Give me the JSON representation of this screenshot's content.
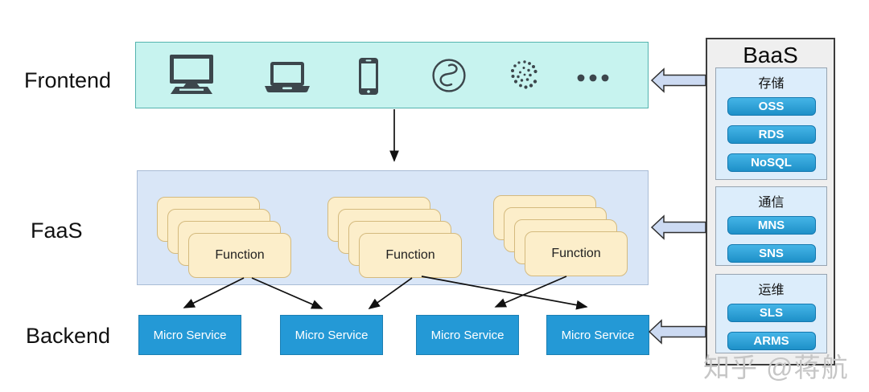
{
  "layers": [
    {
      "label": "Frontend"
    },
    {
      "label": "FaaS"
    },
    {
      "label": "Backend"
    }
  ],
  "frontend": {
    "icons": [
      "desktop-icon",
      "laptop-icon",
      "smartphone-icon",
      "s-curve-circle-icon",
      "iota-dots-icon",
      "ellipsis-icon"
    ]
  },
  "faas": {
    "function_label": "Function",
    "stack_count": 3,
    "cards_per_stack": 4
  },
  "backend": {
    "service_label": "Micro Service",
    "service_count": 4
  },
  "baas": {
    "title": "BaaS",
    "groups": [
      {
        "label": "存储",
        "items": [
          "OSS",
          "RDS",
          "NoSQL"
        ]
      },
      {
        "label": "通信",
        "items": [
          "MNS",
          "SNS"
        ]
      },
      {
        "label": "运维",
        "items": [
          "SLS",
          "ARMS"
        ]
      }
    ]
  },
  "watermark": {
    "text": "知乎 @蒋航"
  },
  "colors": {
    "frontend_band_fill": "#c7f3ef",
    "frontend_band_border": "#54b3ae",
    "faas_fill": "#d9e6f7",
    "faas_border": "#a9bcd6",
    "function_card_fill": "#fceeca",
    "function_card_border": "#d4ba7e",
    "micro_service_fill": "#2499d6",
    "baas_fill": "#efefef",
    "baas_section_fill": "#dcedfb",
    "service_button_fill": "#2aa0d8",
    "block_arrow_fill": "#ccdaf2",
    "icon_color": "#3c464c",
    "watermark_color": "#c6c6c6"
  }
}
